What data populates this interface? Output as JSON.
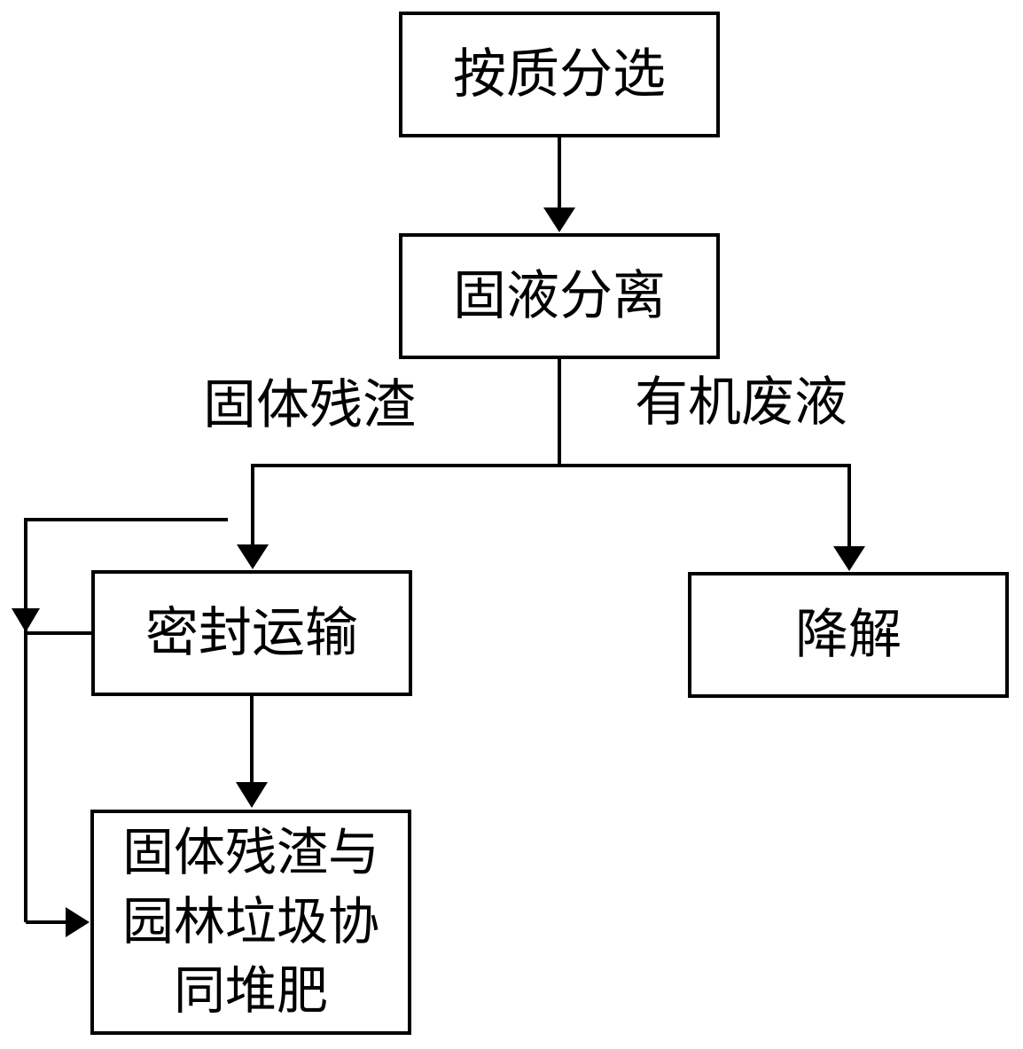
{
  "flowchart": {
    "title": "organic waste treatment process flowchart",
    "nodes": {
      "sort_by_quality": {
        "label": "按质分选"
      },
      "solid_liquid_separation": {
        "label": "固液分离"
      },
      "sealed_transport": {
        "label": "密封运输"
      },
      "degradation": {
        "label": "降解"
      },
      "co_composting": {
        "lines": [
          "固体残渣与",
          "园林垃圾协",
          "同堆肥"
        ]
      }
    },
    "edge_labels": {
      "solid_residue": "固体残渣",
      "organic_waste_liquid": "有机废液"
    },
    "edges": [
      {
        "from": "sort_by_quality",
        "to": "solid_liquid_separation"
      },
      {
        "from": "solid_liquid_separation",
        "to": "sealed_transport",
        "label": "固体残渣"
      },
      {
        "from": "solid_liquid_separation",
        "to": "degradation",
        "label": "有机废液"
      },
      {
        "from": "sealed_transport",
        "to": "co_composting"
      },
      {
        "from": "feedback-loop",
        "to": "co_composting"
      }
    ],
    "colors": {
      "line": "#000000",
      "text": "#000000",
      "box_fill": "#ffffff",
      "background": "#ffffff"
    }
  }
}
